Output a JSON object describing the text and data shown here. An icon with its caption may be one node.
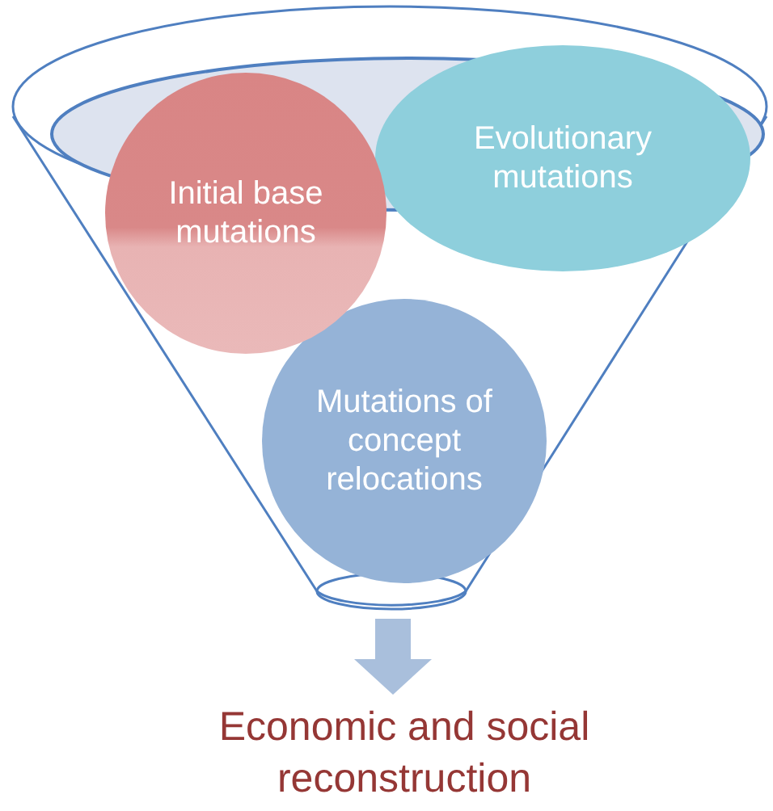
{
  "diagram": {
    "nodes": [
      {
        "text": [],
        "shape": "funnel"
      },
      {
        "text": [
          "Initial base mutations"
        ]
      },
      {
        "text": [
          "Evolutionary mutations"
        ]
      },
      {
        "text": [
          "Mutations of concept relocations"
        ],
        "in": 0
      },
      {
        "text": [
          "Economic and social reconstruction"
        ]
      }
    ],
    "edges": [
      {
        "from": 0,
        "to": 4,
        "arrow": "to"
      }
    ]
  }
}
